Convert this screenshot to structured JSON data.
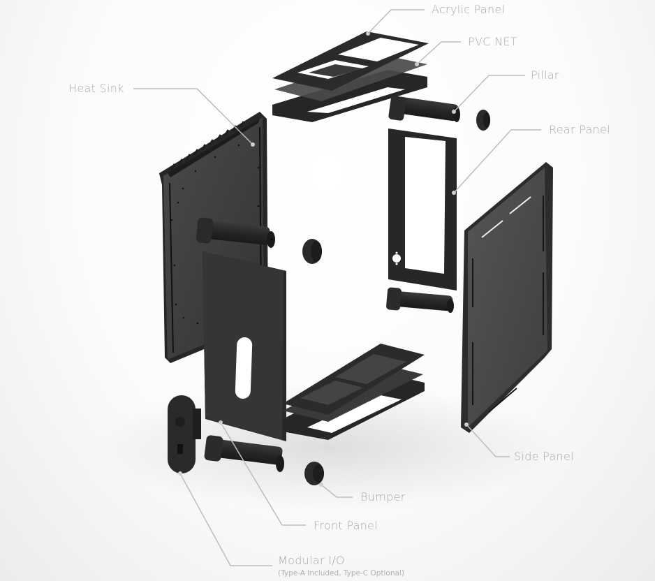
{
  "diagram": {
    "type": "exploded-view",
    "subject": "Mini PC case components",
    "colors": {
      "part_dark": "#2a2a2a",
      "part_mid": "#3c3c3c",
      "part_light": "#4a4a4a",
      "leader_line": "#bdbdbd",
      "label_text": "#a8a8a8",
      "background": "#ffffff"
    },
    "labels": [
      {
        "id": "acrylic-panel",
        "text": "Acrylic Panel"
      },
      {
        "id": "pvc-net",
        "text": "PVC NET"
      },
      {
        "id": "pillar",
        "text": "Pillar"
      },
      {
        "id": "rear-panel",
        "text": "Rear Panel"
      },
      {
        "id": "heat-sink",
        "text": "Heat Sink"
      },
      {
        "id": "side-panel",
        "text": "Side Panel"
      },
      {
        "id": "bumper",
        "text": "Bumper"
      },
      {
        "id": "front-panel",
        "text": "Front Panel"
      },
      {
        "id": "modular-io",
        "text": "Modular I/O",
        "subtext": "(Type-A Included, Type-C Optional)"
      }
    ]
  }
}
